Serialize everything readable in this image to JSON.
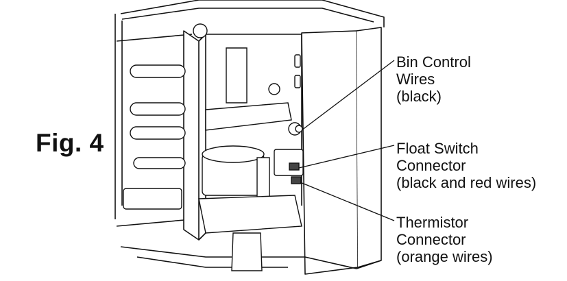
{
  "figure": {
    "label": "Fig. 4"
  },
  "callouts": {
    "bin_control": {
      "lines": [
        "Bin Control",
        "Wires",
        "(black)"
      ]
    },
    "float_switch": {
      "lines": [
        "Float Switch",
        "Connector",
        "(black and red wires)"
      ]
    },
    "thermistor": {
      "lines": [
        "Thermistor",
        "Connector",
        "(orange wires)"
      ]
    }
  },
  "colors": {
    "line": "#111111",
    "fill_light": "#ffffff",
    "fill_shade": "#e6e6e6"
  }
}
